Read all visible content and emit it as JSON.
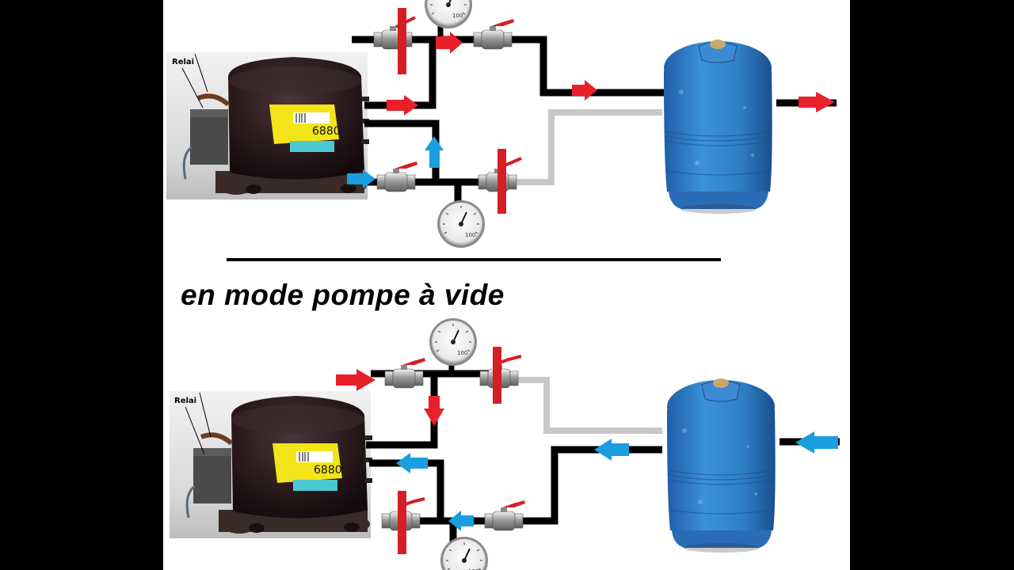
{
  "colors": {
    "pipe_hot": "#000000",
    "pipe_light": "#c8c8c8",
    "arrow_red": "#e8202a",
    "arrow_blue": "#1a9ee0",
    "valve_handle": "#d41f26",
    "cylinder_blue": "#2f7fc6",
    "compressor_body": "#2a1a1c",
    "label_yellow": "#f3e41a"
  },
  "top_diagram": {
    "relay_label": "Relai",
    "compressor_code": "6880"
  },
  "bottom_diagram": {
    "title": "en mode pompe à vide",
    "relay_label": "Relai",
    "compressor_code": "6880"
  },
  "icons": [
    "compressor-icon",
    "gas-cylinder-icon",
    "pressure-gauge-icon",
    "ball-valve-icon",
    "flow-arrow-icon"
  ]
}
